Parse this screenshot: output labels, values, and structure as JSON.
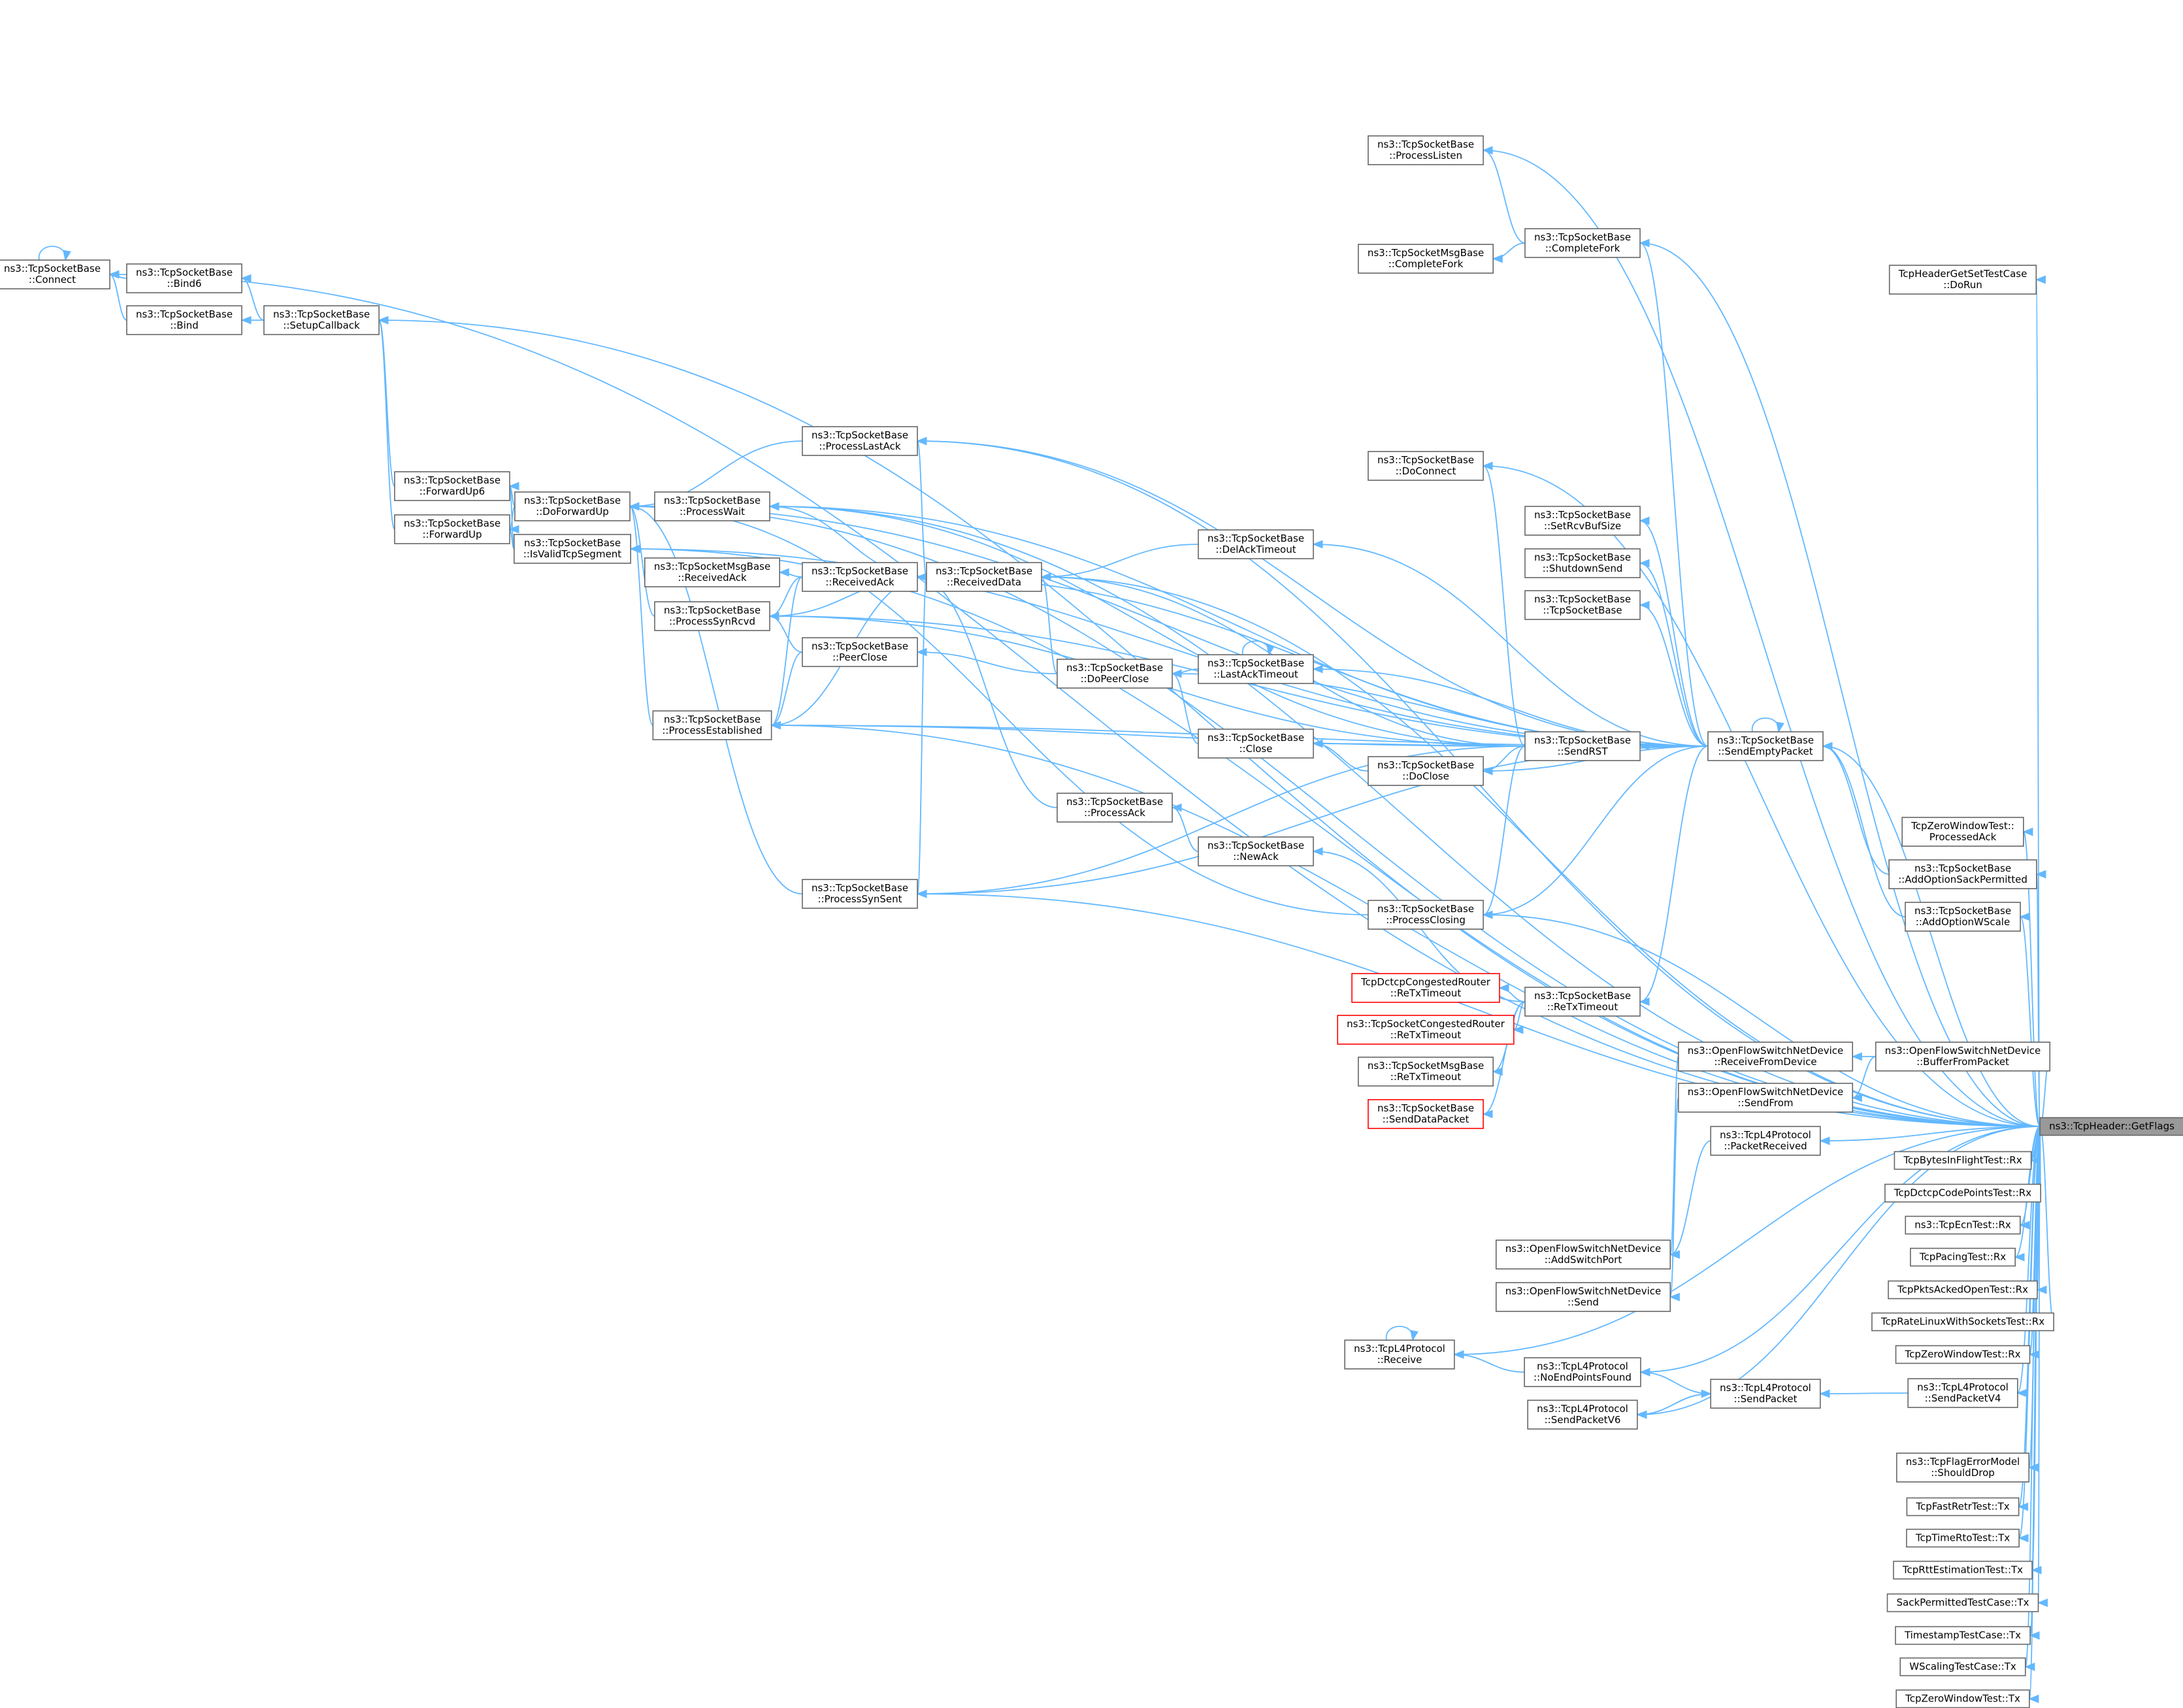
{
  "colors": {
    "edge": "#63b8ff",
    "node_border": "#666666",
    "node_border_missing": "#ff0000",
    "focus_fill": "#999999",
    "background": "#ffffff"
  },
  "nodes": [
    {
      "id": "getflags",
      "lines": [
        "ns3::TcpHeader::GetFlags"
      ],
      "focus": true
    },
    {
      "id": "connect",
      "lines": [
        "ns3::TcpSocketBase",
        "::Connect"
      ]
    },
    {
      "id": "bind6",
      "lines": [
        "ns3::TcpSocketBase",
        "::Bind6"
      ]
    },
    {
      "id": "bind",
      "lines": [
        "ns3::TcpSocketBase",
        "::Bind"
      ]
    },
    {
      "id": "setupcallback",
      "lines": [
        "ns3::TcpSocketBase",
        "::SetupCallback"
      ]
    },
    {
      "id": "forwardup6",
      "lines": [
        "ns3::TcpSocketBase",
        "::ForwardUp6"
      ]
    },
    {
      "id": "forwardup",
      "lines": [
        "ns3::TcpSocketBase",
        "::ForwardUp"
      ]
    },
    {
      "id": "doforwardup",
      "lines": [
        "ns3::TcpSocketBase",
        "::DoForwardUp"
      ]
    },
    {
      "id": "isvalidtcpsegment",
      "lines": [
        "ns3::TcpSocketBase",
        "::IsValidTcpSegment"
      ]
    },
    {
      "id": "processwait",
      "lines": [
        "ns3::TcpSocketBase",
        "::ProcessWait"
      ]
    },
    {
      "id": "msgreceivedack",
      "lines": [
        "ns3::TcpSocketMsgBase",
        "::ReceivedAck"
      ]
    },
    {
      "id": "processsynrcvd",
      "lines": [
        "ns3::TcpSocketBase",
        "::ProcessSynRcvd"
      ]
    },
    {
      "id": "processestablished",
      "lines": [
        "ns3::TcpSocketBase",
        "::ProcessEstablished"
      ]
    },
    {
      "id": "processlastack",
      "lines": [
        "ns3::TcpSocketBase",
        "::ProcessLastAck"
      ]
    },
    {
      "id": "receivedack",
      "lines": [
        "ns3::TcpSocketBase",
        "::ReceivedAck"
      ]
    },
    {
      "id": "peerclose",
      "lines": [
        "ns3::TcpSocketBase",
        "::PeerClose"
      ]
    },
    {
      "id": "processsynsent",
      "lines": [
        "ns3::TcpSocketBase",
        "::ProcessSynSent"
      ]
    },
    {
      "id": "receiveddata",
      "lines": [
        "ns3::TcpSocketBase",
        "::ReceivedData"
      ]
    },
    {
      "id": "dopeerclose",
      "lines": [
        "ns3::TcpSocketBase",
        "::DoPeerClose"
      ]
    },
    {
      "id": "processack",
      "lines": [
        "ns3::TcpSocketBase",
        "::ProcessAck"
      ]
    },
    {
      "id": "delacktimeout",
      "lines": [
        "ns3::TcpSocketBase",
        "::DelAckTimeout"
      ]
    },
    {
      "id": "lastacktimeout",
      "lines": [
        "ns3::TcpSocketBase",
        "::LastAckTimeout"
      ]
    },
    {
      "id": "close",
      "lines": [
        "ns3::TcpSocketBase",
        "::Close"
      ]
    },
    {
      "id": "newack",
      "lines": [
        "ns3::TcpSocketBase",
        "::NewAck"
      ]
    },
    {
      "id": "processlisten",
      "lines": [
        "ns3::TcpSocketBase",
        "::ProcessListen"
      ]
    },
    {
      "id": "msgcompletefork",
      "lines": [
        "ns3::TcpSocketMsgBase",
        "::CompleteFork"
      ]
    },
    {
      "id": "docconnect",
      "lines": [
        "ns3::TcpSocketBase",
        "::DoConnect"
      ]
    },
    {
      "id": "doclose",
      "lines": [
        "ns3::TcpSocketBase",
        "::DoClose"
      ]
    },
    {
      "id": "processclosing",
      "lines": [
        "ns3::TcpSocketBase",
        "::ProcessClosing"
      ]
    },
    {
      "id": "dctcpretx",
      "lines": [
        "TcpDctcpCongestedRouter",
        "::ReTxTimeout"
      ],
      "missing": true
    },
    {
      "id": "congestedretx",
      "lines": [
        "ns3::TcpSocketCongestedRouter",
        "::ReTxTimeout"
      ],
      "missing": true
    },
    {
      "id": "msgretx",
      "lines": [
        "ns3::TcpSocketMsgBase",
        "::ReTxTimeout"
      ]
    },
    {
      "id": "senddatapacket",
      "lines": [
        "ns3::TcpSocketBase",
        "::SendDataPacket"
      ],
      "missing": true
    },
    {
      "id": "addswitchport",
      "lines": [
        "ns3::OpenFlowSwitchNetDevice",
        "::AddSwitchPort"
      ]
    },
    {
      "id": "ofsend",
      "lines": [
        "ns3::OpenFlowSwitchNetDevice",
        "::Send"
      ]
    },
    {
      "id": "l4receive",
      "lines": [
        "ns3::TcpL4Protocol",
        "::Receive"
      ]
    },
    {
      "id": "completefork",
      "lines": [
        "ns3::TcpSocketBase",
        "::CompleteFork"
      ]
    },
    {
      "id": "setrcvbufsize",
      "lines": [
        "ns3::TcpSocketBase",
        "::SetRcvBufSize"
      ]
    },
    {
      "id": "shutdownsend",
      "lines": [
        "ns3::TcpSocketBase",
        "::ShutdownSend"
      ]
    },
    {
      "id": "tcpsocketbase",
      "lines": [
        "ns3::TcpSocketBase",
        "::TcpSocketBase"
      ]
    },
    {
      "id": "sendrst",
      "lines": [
        "ns3::TcpSocketBase",
        "::SendRST"
      ]
    },
    {
      "id": "retxtimeout",
      "lines": [
        "ns3::TcpSocketBase",
        "::ReTxTimeout"
      ]
    },
    {
      "id": "noendpointsfound",
      "lines": [
        "ns3::TcpL4Protocol",
        "::NoEndPointsFound"
      ]
    },
    {
      "id": "sendpacketv6",
      "lines": [
        "ns3::TcpL4Protocol",
        "::SendPacketV6"
      ]
    },
    {
      "id": "sendemptypacket",
      "lines": [
        "ns3::TcpSocketBase",
        "::SendEmptyPacket"
      ]
    },
    {
      "id": "receivefromdevice",
      "lines": [
        "ns3::OpenFlowSwitchNetDevice",
        "::ReceiveFromDevice"
      ]
    },
    {
      "id": "sendfrom",
      "lines": [
        "ns3::OpenFlowSwitchNetDevice",
        "::SendFrom"
      ]
    },
    {
      "id": "packetreceived",
      "lines": [
        "ns3::TcpL4Protocol",
        "::PacketReceived"
      ]
    },
    {
      "id": "sendpacket",
      "lines": [
        "ns3::TcpL4Protocol",
        "::SendPacket"
      ]
    },
    {
      "id": "headergetset",
      "lines": [
        "TcpHeaderGetSetTestCase",
        "::DoRun"
      ]
    },
    {
      "id": "zwprocessedack",
      "lines": [
        "TcpZeroWindowTest::",
        "ProcessedAck"
      ]
    },
    {
      "id": "addoptionsack",
      "lines": [
        "ns3::TcpSocketBase",
        "::AddOptionSackPermitted"
      ]
    },
    {
      "id": "addoptionwscale",
      "lines": [
        "ns3::TcpSocketBase",
        "::AddOptionWScale"
      ]
    },
    {
      "id": "bufferfrompacket",
      "lines": [
        "ns3::OpenFlowSwitchNetDevice",
        "::BufferFromPacket"
      ]
    },
    {
      "id": "bytesinflightrx",
      "lines": [
        "TcpBytesInFlightTest::Rx"
      ]
    },
    {
      "id": "dctcpcodepointsrx",
      "lines": [
        "TcpDctcpCodePointsTest::Rx"
      ]
    },
    {
      "id": "ecnrx",
      "lines": [
        "ns3::TcpEcnTest::Rx"
      ]
    },
    {
      "id": "pacingrx",
      "lines": [
        "TcpPacingTest::Rx"
      ]
    },
    {
      "id": "pktsackedrx",
      "lines": [
        "TcpPktsAckedOpenTest::Rx"
      ]
    },
    {
      "id": "ratelinuxrx",
      "lines": [
        "TcpRateLinuxWithSocketsTest::Rx"
      ]
    },
    {
      "id": "zerowindowrx",
      "lines": [
        "TcpZeroWindowTest::Rx"
      ]
    },
    {
      "id": "sendpacketv4",
      "lines": [
        "ns3::TcpL4Protocol",
        "::SendPacketV4"
      ]
    },
    {
      "id": "shoulddrop",
      "lines": [
        "ns3::TcpFlagErrorModel",
        "::ShouldDrop"
      ]
    },
    {
      "id": "fastretrtx",
      "lines": [
        "TcpFastRetrTest::Tx"
      ]
    },
    {
      "id": "timertotx",
      "lines": [
        "TcpTimeRtoTest::Tx"
      ]
    },
    {
      "id": "rttestimationtx",
      "lines": [
        "TcpRttEstimationTest::Tx"
      ]
    },
    {
      "id": "sackpermittedtx",
      "lines": [
        "SackPermittedTestCase::Tx"
      ]
    },
    {
      "id": "timestamptx",
      "lines": [
        "TimestampTestCase::Tx"
      ]
    },
    {
      "id": "wscalingtx",
      "lines": [
        "WScalingTestCase::Tx"
      ]
    },
    {
      "id": "zerowindowtx",
      "lines": [
        "TcpZeroWindowTest::Tx"
      ]
    }
  ],
  "edges": [
    [
      "connect",
      "bind6"
    ],
    [
      "connect",
      "bind"
    ],
    [
      "bind6",
      "setupcallback"
    ],
    [
      "bind",
      "setupcallback"
    ],
    [
      "setupcallback",
      "forwardup6"
    ],
    [
      "setupcallback",
      "forwardup"
    ],
    [
      "forwardup6",
      "doforwardup"
    ],
    [
      "forwardup",
      "doforwardup"
    ],
    [
      "forwardup6",
      "isvalidtcpsegment"
    ],
    [
      "forwardup",
      "isvalidtcpsegment"
    ],
    [
      "doforwardup",
      "processwait"
    ],
    [
      "doforwardup",
      "processlastack"
    ],
    [
      "doforwardup",
      "processsynrcvd"
    ],
    [
      "doforwardup",
      "processestablished"
    ],
    [
      "doforwardup",
      "processsynsent"
    ],
    [
      "doforwardup",
      "processclosing"
    ],
    [
      "processwait",
      "receiveddata"
    ],
    [
      "processsynrcvd",
      "receivedack"
    ],
    [
      "processsynrcvd",
      "peerclose"
    ],
    [
      "processsynrcvd",
      "receiveddata"
    ],
    [
      "processestablished",
      "receivedack"
    ],
    [
      "processestablished",
      "peerclose"
    ],
    [
      "processestablished",
      "receiveddata"
    ],
    [
      "msgreceivedack",
      "receivedack"
    ],
    [
      "receivedack",
      "receiveddata"
    ],
    [
      "receivedack",
      "processack"
    ],
    [
      "processlastack",
      "receiveddata"
    ],
    [
      "processsynsent",
      "receiveddata"
    ],
    [
      "peerclose",
      "dopeerclose"
    ],
    [
      "receiveddata",
      "delacktimeout"
    ],
    [
      "receiveddata",
      "dopeerclose"
    ],
    [
      "dopeerclose",
      "lastacktimeout"
    ],
    [
      "dopeerclose",
      "close"
    ],
    [
      "processack",
      "newack"
    ],
    [
      "close",
      "doclose"
    ],
    [
      "close",
      "sendrst"
    ],
    [
      "doclose",
      "sendrst"
    ],
    [
      "lastacktimeout",
      "lastacktimeout"
    ],
    [
      "l4receive",
      "l4receive"
    ],
    [
      "connect",
      "connect"
    ],
    [
      "processlisten",
      "completefork"
    ],
    [
      "msgcompletefork",
      "completefork"
    ],
    [
      "docconnect",
      "sendrst"
    ],
    [
      "processclosing",
      "sendrst"
    ],
    [
      "newack",
      "retxtimeout"
    ],
    [
      "dctcpretx",
      "retxtimeout"
    ],
    [
      "congestedretx",
      "retxtimeout"
    ],
    [
      "msgretx",
      "retxtimeout"
    ],
    [
      "senddatapacket",
      "retxtimeout"
    ],
    [
      "l4receive",
      "noendpointsfound"
    ],
    [
      "noendpointsfound",
      "sendpacket"
    ],
    [
      "sendpacketv6",
      "sendpacket"
    ],
    [
      "sendpacket",
      "sendpacketv6"
    ],
    [
      "completefork",
      "sendemptypacket"
    ],
    [
      "setrcvbufsize",
      "sendemptypacket"
    ],
    [
      "shutdownsend",
      "sendemptypacket"
    ],
    [
      "tcpsocketbase",
      "sendemptypacket"
    ],
    [
      "sendrst",
      "sendemptypacket"
    ],
    [
      "retxtimeout",
      "sendemptypacket"
    ],
    [
      "sendemptypacket",
      "sendemptypacket"
    ],
    [
      "addswitchport",
      "receivefromdevice"
    ],
    [
      "ofsend",
      "sendfrom"
    ],
    [
      "addswitchport",
      "packetreceived"
    ],
    [
      "receivefromdevice",
      "bufferfrompacket"
    ],
    [
      "sendfrom",
      "bufferfrompacket"
    ],
    [
      "sendpacket",
      "sendpacketv4"
    ],
    [
      "sendemptypacket",
      "addoptionsack"
    ],
    [
      "sendemptypacket",
      "addoptionwscale"
    ],
    [
      "bufferfrompacket",
      "getflags"
    ],
    [
      "packetreceived",
      "getflags"
    ],
    [
      "headergetset",
      "getflags"
    ],
    [
      "zwprocessedack",
      "getflags"
    ],
    [
      "addoptionsack",
      "getflags"
    ],
    [
      "addoptionwscale",
      "getflags"
    ],
    [
      "bytesinflightrx",
      "getflags"
    ],
    [
      "dctcpcodepointsrx",
      "getflags"
    ],
    [
      "ecnrx",
      "getflags"
    ],
    [
      "pacingrx",
      "getflags"
    ],
    [
      "pktsackedrx",
      "getflags"
    ],
    [
      "ratelinuxrx",
      "getflags"
    ],
    [
      "zerowindowrx",
      "getflags"
    ],
    [
      "sendpacketv4",
      "getflags"
    ],
    [
      "shoulddrop",
      "getflags"
    ],
    [
      "fastretrtx",
      "getflags"
    ],
    [
      "timertotx",
      "getflags"
    ],
    [
      "rttestimationtx",
      "getflags"
    ],
    [
      "sackpermittedtx",
      "getflags"
    ],
    [
      "timestamptx",
      "getflags"
    ],
    [
      "wscalingtx",
      "getflags"
    ],
    [
      "zerowindowtx",
      "getflags"
    ],
    [
      "processlisten",
      "getflags"
    ],
    [
      "completefork",
      "getflags"
    ],
    [
      "connect",
      "getflags"
    ],
    [
      "setupcallback",
      "getflags"
    ],
    [
      "doforwardup",
      "getflags"
    ],
    [
      "processwait",
      "getflags"
    ],
    [
      "processlastack",
      "getflags"
    ],
    [
      "docconnect",
      "getflags"
    ],
    [
      "receiveddata",
      "getflags"
    ],
    [
      "sendemptypacket",
      "getflags"
    ],
    [
      "processclosing",
      "getflags"
    ],
    [
      "processsynsent",
      "getflags"
    ],
    [
      "processestablished",
      "getflags"
    ],
    [
      "isvalidtcpsegment",
      "getflags"
    ],
    [
      "noendpointsfound",
      "getflags"
    ],
    [
      "sendpacketv6",
      "getflags"
    ],
    [
      "l4receive",
      "getflags"
    ],
    [
      "processsynsent",
      "sendemptypacket"
    ],
    [
      "processestablished",
      "sendemptypacket"
    ],
    [
      "isvalidtcpsegment",
      "sendemptypacket"
    ],
    [
      "processlastack",
      "sendemptypacket"
    ],
    [
      "processwait",
      "sendrst"
    ],
    [
      "processsynrcvd",
      "sendrst"
    ],
    [
      "processestablished",
      "sendrst"
    ],
    [
      "receiveddata",
      "sendrst"
    ],
    [
      "processsynsent",
      "sendrst"
    ],
    [
      "delacktimeout",
      "sendemptypacket"
    ],
    [
      "lastacktimeout",
      "sendemptypacket"
    ],
    [
      "dopeerclose",
      "sendemptypacket"
    ],
    [
      "doclose",
      "sendemptypacket"
    ],
    [
      "processclosing",
      "sendemptypacket"
    ],
    [
      "processsynrcvd",
      "sendemptypacket"
    ],
    [
      "receivedack",
      "sendemptypacket"
    ],
    [
      "processwait",
      "sendemptypacket"
    ],
    [
      "doforwardup",
      "sendemptypacket"
    ]
  ]
}
